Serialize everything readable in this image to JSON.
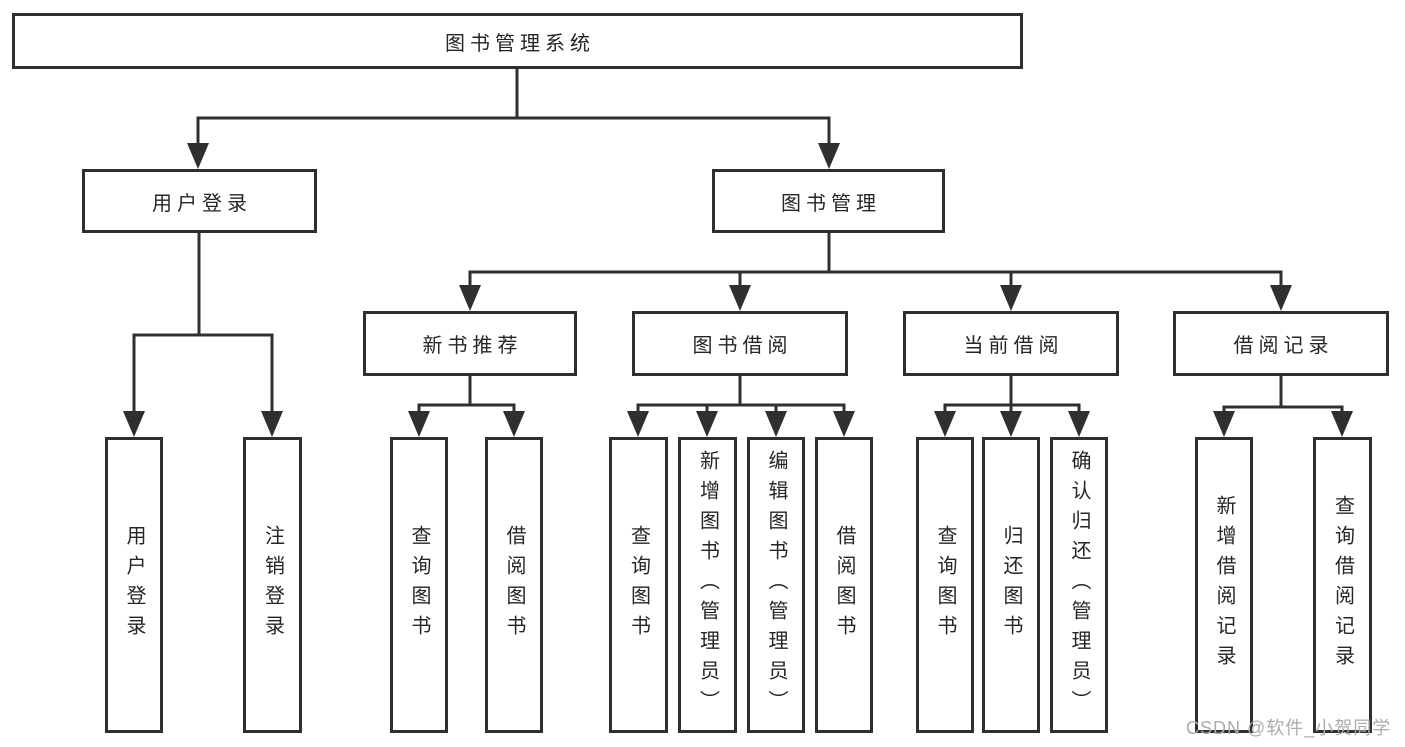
{
  "diagram": {
    "root": {
      "label": "图书管理系统",
      "children": [
        {
          "label": "用户登录",
          "children": [
            {
              "label": "用户登录"
            },
            {
              "label": "注销登录"
            }
          ]
        },
        {
          "label": "图书管理",
          "children": [
            {
              "label": "新书推荐",
              "children": [
                {
                  "label": "查询图书"
                },
                {
                  "label": "借阅图书"
                }
              ]
            },
            {
              "label": "图书借阅",
              "children": [
                {
                  "label": "查询图书"
                },
                {
                  "label": "新增图书（管理员）"
                },
                {
                  "label": "编辑图书（管理员）"
                },
                {
                  "label": "借阅图书"
                }
              ]
            },
            {
              "label": "当前借阅",
              "children": [
                {
                  "label": "查询图书"
                },
                {
                  "label": "归还图书"
                },
                {
                  "label": "确认归还（管理员）"
                }
              ]
            },
            {
              "label": "借阅记录",
              "children": [
                {
                  "label": "新增借阅记录"
                },
                {
                  "label": "查询借阅记录"
                }
              ]
            }
          ]
        }
      ]
    },
    "colors": {
      "line": "#2f2f2f",
      "box_border": "#2f2f2f",
      "text": "#262626",
      "background": "#ffffff",
      "watermark": "#ababab"
    }
  },
  "watermark": {
    "text": "CSDN @软件_小贺同学"
  }
}
